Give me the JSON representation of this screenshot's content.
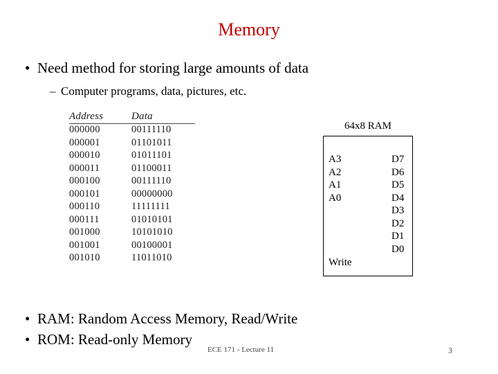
{
  "slide": {
    "title": "Memory",
    "bullets_top": [
      {
        "marker": "•",
        "text": "Need method for storing large amounts of data"
      }
    ],
    "sub_bullets": [
      {
        "marker": "–",
        "text": "Computer programs, data, pictures, etc."
      }
    ],
    "bullets_bottom": [
      {
        "marker": "•",
        "text": "RAM:  Random Access Memory, Read/Write"
      },
      {
        "marker": "•",
        "text": "ROM:  Read-only Memory"
      }
    ],
    "footer_text": "ECE 171 - Lecture 11",
    "page_number": "3",
    "title_color": "#c00000"
  },
  "memory_dump": {
    "headers": [
      "Address",
      "Data"
    ],
    "rows": [
      {
        "address": "000000",
        "data": "00111110"
      },
      {
        "address": "000001",
        "data": "01101011"
      },
      {
        "address": "000010",
        "data": "01011101"
      },
      {
        "address": "000011",
        "data": "01100011"
      },
      {
        "address": "000100",
        "data": "00111110"
      },
      {
        "address": "000101",
        "data": "00000000"
      },
      {
        "address": "000110",
        "data": "11111111"
      },
      {
        "address": "000111",
        "data": "01010101"
      },
      {
        "address": "001000",
        "data": "10101010"
      },
      {
        "address": "001001",
        "data": "00100001"
      },
      {
        "address": "001010",
        "data": "11011010"
      }
    ]
  },
  "ram_block": {
    "label": "64x8 RAM",
    "address_pins": [
      "A3",
      "A2",
      "A1",
      "A0"
    ],
    "data_pins": [
      "D7",
      "D6",
      "D5",
      "D4",
      "D3",
      "D2",
      "D1",
      "D0"
    ],
    "control_pin": "Write"
  }
}
